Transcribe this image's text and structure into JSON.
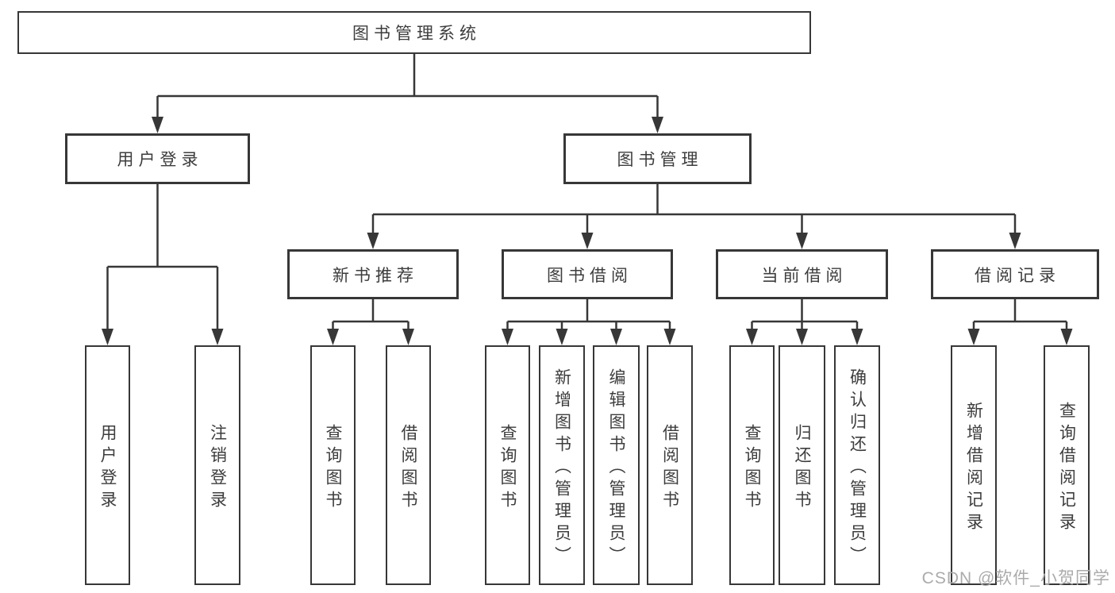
{
  "diagram": {
    "title": "图书管理系统",
    "type": "functional-decomposition-tree",
    "colors": {
      "line": "#373737",
      "box_border": "#373737",
      "box_background": "#ffffff",
      "text": "#3d3d3d",
      "watermark": "#ababab",
      "background": "#ffffff"
    },
    "tree": {
      "label": "图书管理系统",
      "children": [
        {
          "label": "用户登录",
          "children": [
            {
              "label": "用户登录"
            },
            {
              "label": "注销登录"
            }
          ]
        },
        {
          "label": "图书管理",
          "children": [
            {
              "label": "新书推荐",
              "children": [
                {
                  "label": "查询图书"
                },
                {
                  "label": "借阅图书"
                }
              ]
            },
            {
              "label": "图书借阅",
              "children": [
                {
                  "label": "查询图书"
                },
                {
                  "label": "新增图书（管理员）"
                },
                {
                  "label": "编辑图书（管理员）"
                },
                {
                  "label": "借阅图书"
                }
              ]
            },
            {
              "label": "当前借阅",
              "children": [
                {
                  "label": "查询图书"
                },
                {
                  "label": "归还图书"
                },
                {
                  "label": "确认归还（管理员）"
                }
              ]
            },
            {
              "label": "借阅记录",
              "children": [
                {
                  "label": "新增借阅记录"
                },
                {
                  "label": "查询借阅记录"
                }
              ]
            }
          ]
        }
      ]
    },
    "watermark": "CSDN @软件_小贺同学"
  }
}
